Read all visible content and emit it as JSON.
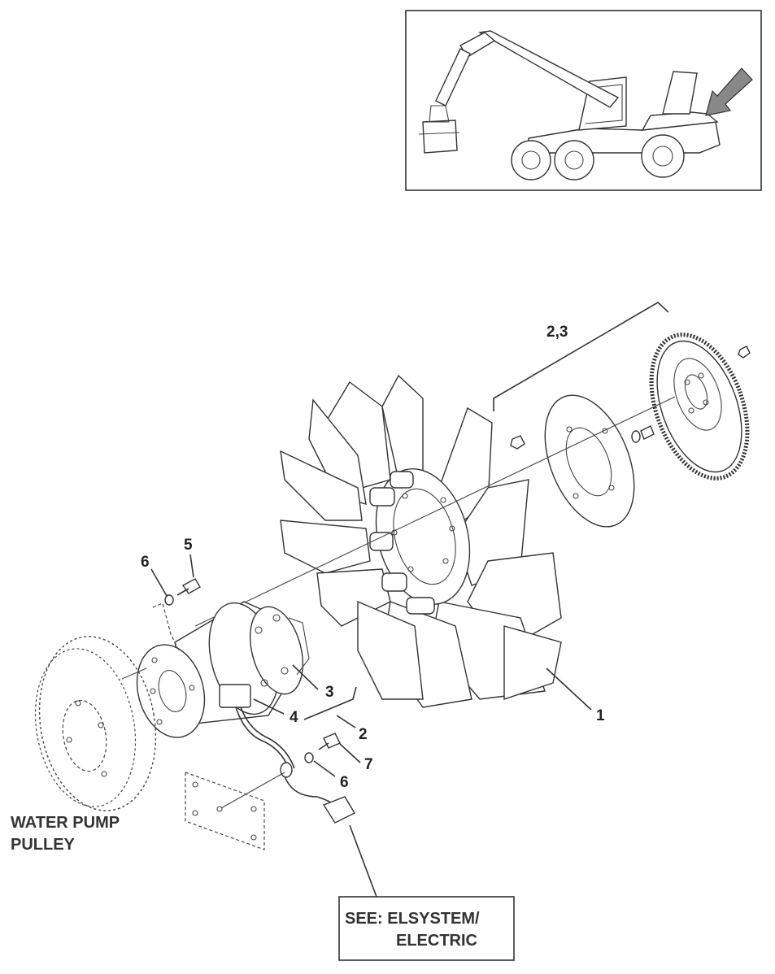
{
  "callouts": {
    "c23": "2,3",
    "c5": "5",
    "c6a": "6",
    "c3": "3",
    "c4": "4",
    "c2": "2",
    "c1": "1",
    "c7": "7",
    "c6b": "6"
  },
  "labels": {
    "pulley_line1": "WATER PUMP",
    "pulley_line2": "PULLEY",
    "see_line1": "SEE: ELSYSTEM/",
    "see_line2": "ELECTRIC"
  }
}
